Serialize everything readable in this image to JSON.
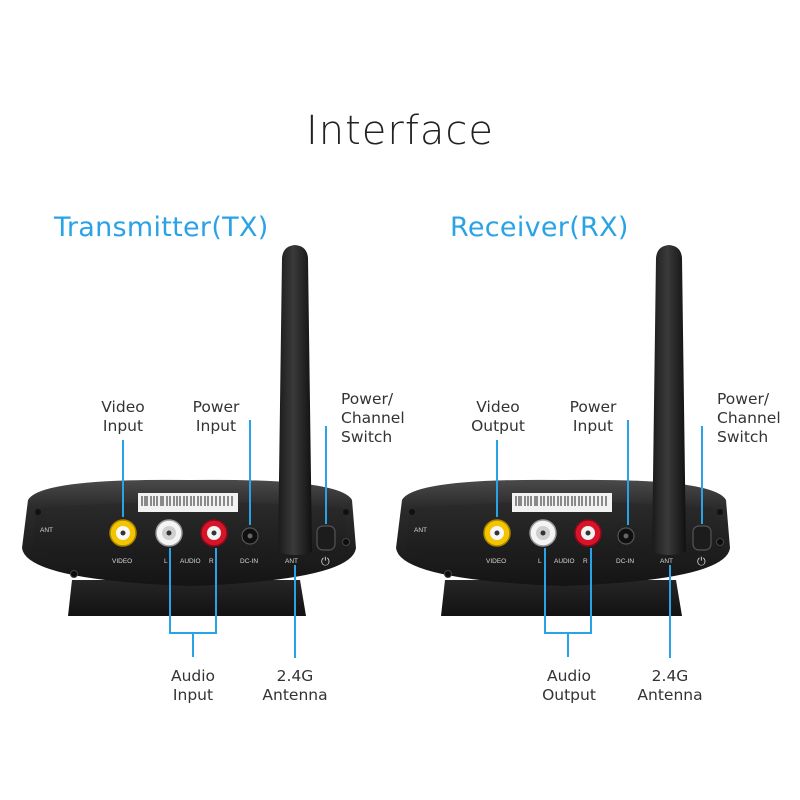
{
  "title": "Interface",
  "accent_color": "#2aa3e6",
  "panels": {
    "tx": {
      "title": "Transmitter(TX)",
      "labels": {
        "video": [
          "Video",
          "Input"
        ],
        "power": [
          "Power",
          "Input"
        ],
        "switch": [
          "Power/",
          "Channel",
          "Switch"
        ],
        "audio": [
          "Audio",
          "Input"
        ],
        "antenna": [
          "2.4G",
          "Antenna"
        ]
      },
      "panel_text": {
        "ant": "ANT",
        "video": "VIDEO",
        "l": "L",
        "audio": "AUDIO",
        "r": "R",
        "dcin": "DC-IN",
        "ant_bottom": "ANT",
        "power_symbol": "⏻"
      }
    },
    "rx": {
      "title": "Receiver(RX)",
      "labels": {
        "video": [
          "Video",
          "Output"
        ],
        "power": [
          "Power",
          "Input"
        ],
        "switch": [
          "Power/",
          "Channel",
          "Switch"
        ],
        "audio": [
          "Audio",
          "Output"
        ],
        "antenna": [
          "2.4G",
          "Antenna"
        ]
      },
      "panel_text": {
        "ant": "ANT",
        "video": "VIDEO",
        "l": "L",
        "audio": "AUDIO",
        "r": "R",
        "dcin": "DC-IN",
        "ant_bottom": "ANT",
        "power_symbol": "⏻"
      }
    }
  }
}
